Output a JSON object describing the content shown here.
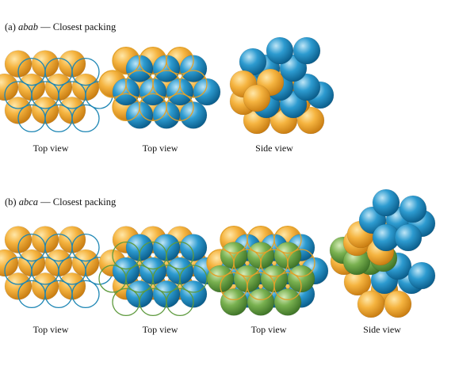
{
  "section_a": {
    "prefix": "(a) ",
    "pattern": "abab",
    "suffix": " — Closest packing"
  },
  "section_b": {
    "prefix": "(b) ",
    "pattern": "abca",
    "suffix": " — Closest packing"
  },
  "captions_a": [
    "Top view",
    "Top view",
    "Side view"
  ],
  "captions_b": [
    "Top view",
    "Top view",
    "Top view",
    "Side view"
  ],
  "colors": {
    "layer_a": "#f0a92e",
    "layer_b": "#1f8fc2",
    "layer_c": "#6fa848",
    "outline_b": "#1d86b4",
    "outline_c": "#5e9a3e",
    "outline_a": "#e2a12a"
  }
}
